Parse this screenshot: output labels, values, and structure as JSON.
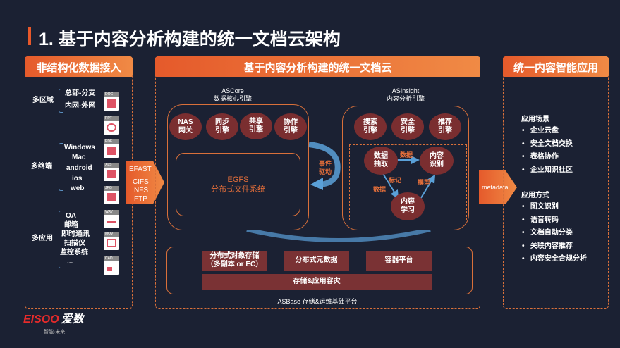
{
  "title": "1. 基于内容分析构建的统一文档云架构",
  "left": {
    "header": "非结构化数据接入",
    "groups": [
      {
        "label": "多区域",
        "items": [
          "总部-分支",
          "内网-外网"
        ]
      },
      {
        "label": "多终端",
        "items": [
          "Windows",
          "Mac",
          "android",
          "ios",
          "web"
        ]
      },
      {
        "label": "多应用",
        "items": [
          "OA",
          "邮箱",
          "即时通讯",
          "扫描仪",
          "监控系统",
          "..."
        ]
      }
    ],
    "file_types": [
      "DOC",
      "PPT",
      "PDF",
      "XLS",
      "JPG",
      "WAV",
      "MOV",
      "CAD"
    ]
  },
  "protocols": {
    "efast": "EFAST",
    "cifs": "CIFS",
    "nfs": "NFS",
    "ftp": "FTP"
  },
  "middle": {
    "header": "基于内容分析构建的统一文档云",
    "ascore": {
      "name": "ASCore",
      "sub": "数据核心引擎",
      "engines": [
        [
          "NAS",
          "网关"
        ],
        [
          "同步",
          "引擎"
        ],
        [
          "共享",
          "引擎"
        ],
        [
          "协作",
          "引擎"
        ]
      ],
      "egfs": "EGFS",
      "egfs_sub": "分布式文件系统"
    },
    "event": [
      "事件",
      "驱动"
    ],
    "asinsight": {
      "name": "ASInsight",
      "sub": "内容分析引擎",
      "engines": [
        [
          "搜索",
          "引擎"
        ],
        [
          "安全",
          "引擎"
        ],
        [
          "推荐",
          "引擎"
        ]
      ],
      "nodes": {
        "extract": [
          "数据",
          "抽取"
        ],
        "recognize": [
          "内容",
          "识别"
        ],
        "learn": [
          "内容",
          "学习"
        ]
      },
      "edges": {
        "data1": "数据",
        "mark": "标记",
        "data2": "数据",
        "model": "模型"
      }
    },
    "base": {
      "obj": "分布式对象存储",
      "obj_sub": "（多副本 or EC）",
      "meta": "分布式元数据",
      "container": "容器平台",
      "dr": "存储&应用容灾",
      "label": "ASBase 存储&运维基础平台"
    }
  },
  "metadata": "metadata",
  "right": {
    "header": "统一内容智能应用",
    "scenes_title": "应用场景",
    "scenes": [
      "企业云盘",
      "安全文档交换",
      "表格协作",
      "企业知识社区"
    ],
    "modes_title": "应用方式",
    "modes": [
      "图文识别",
      "语音转码",
      "文档自动分类",
      "关联内容推荐",
      "内容安全合规分析"
    ]
  },
  "logo": {
    "brand": "EISOO",
    "cn": "爱数",
    "slogan": "智能·未来"
  },
  "colors": {
    "accent": "#e8582a",
    "bg": "#1b2133",
    "circle": "#7a2e30",
    "flow": "#5aa0d8"
  }
}
